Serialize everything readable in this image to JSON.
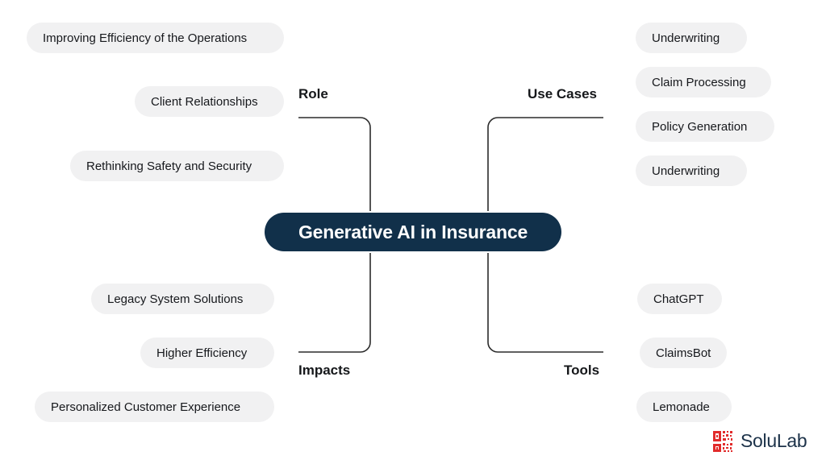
{
  "diagram": {
    "type": "mindmap",
    "center": {
      "label": "Generative AI in Insurance"
    },
    "colors": {
      "center_bg": "#11304a",
      "center_text": "#ffffff",
      "pill_bg": "#f1f1f2",
      "pill_text": "#16181c",
      "connector": "#2b2b2b",
      "background": "#ffffff",
      "logo_mark": "#e12b2b",
      "logo_text": "#1c3249"
    },
    "branches": [
      {
        "id": "role",
        "label": "Role",
        "position": "top-left",
        "items": [
          "Improving Efficiency of the Operations",
          "Client Relationships",
          "Rethinking Safety and Security"
        ]
      },
      {
        "id": "use-cases",
        "label": "Use Cases",
        "position": "top-right",
        "items": [
          "Underwriting",
          "Claim Processing",
          "Policy Generation",
          "Underwriting"
        ]
      },
      {
        "id": "impacts",
        "label": "Impacts",
        "position": "bottom-left",
        "items": [
          "Legacy System Solutions",
          "Higher Efficiency",
          "Personalized Customer Experience"
        ]
      },
      {
        "id": "tools",
        "label": "Tools",
        "position": "bottom-right",
        "items": [
          "ChatGPT",
          "ClaimsBot",
          "Lemonade"
        ]
      }
    ]
  },
  "logo": {
    "text": "SoluLab",
    "mark": "solulab-qr-mark"
  }
}
